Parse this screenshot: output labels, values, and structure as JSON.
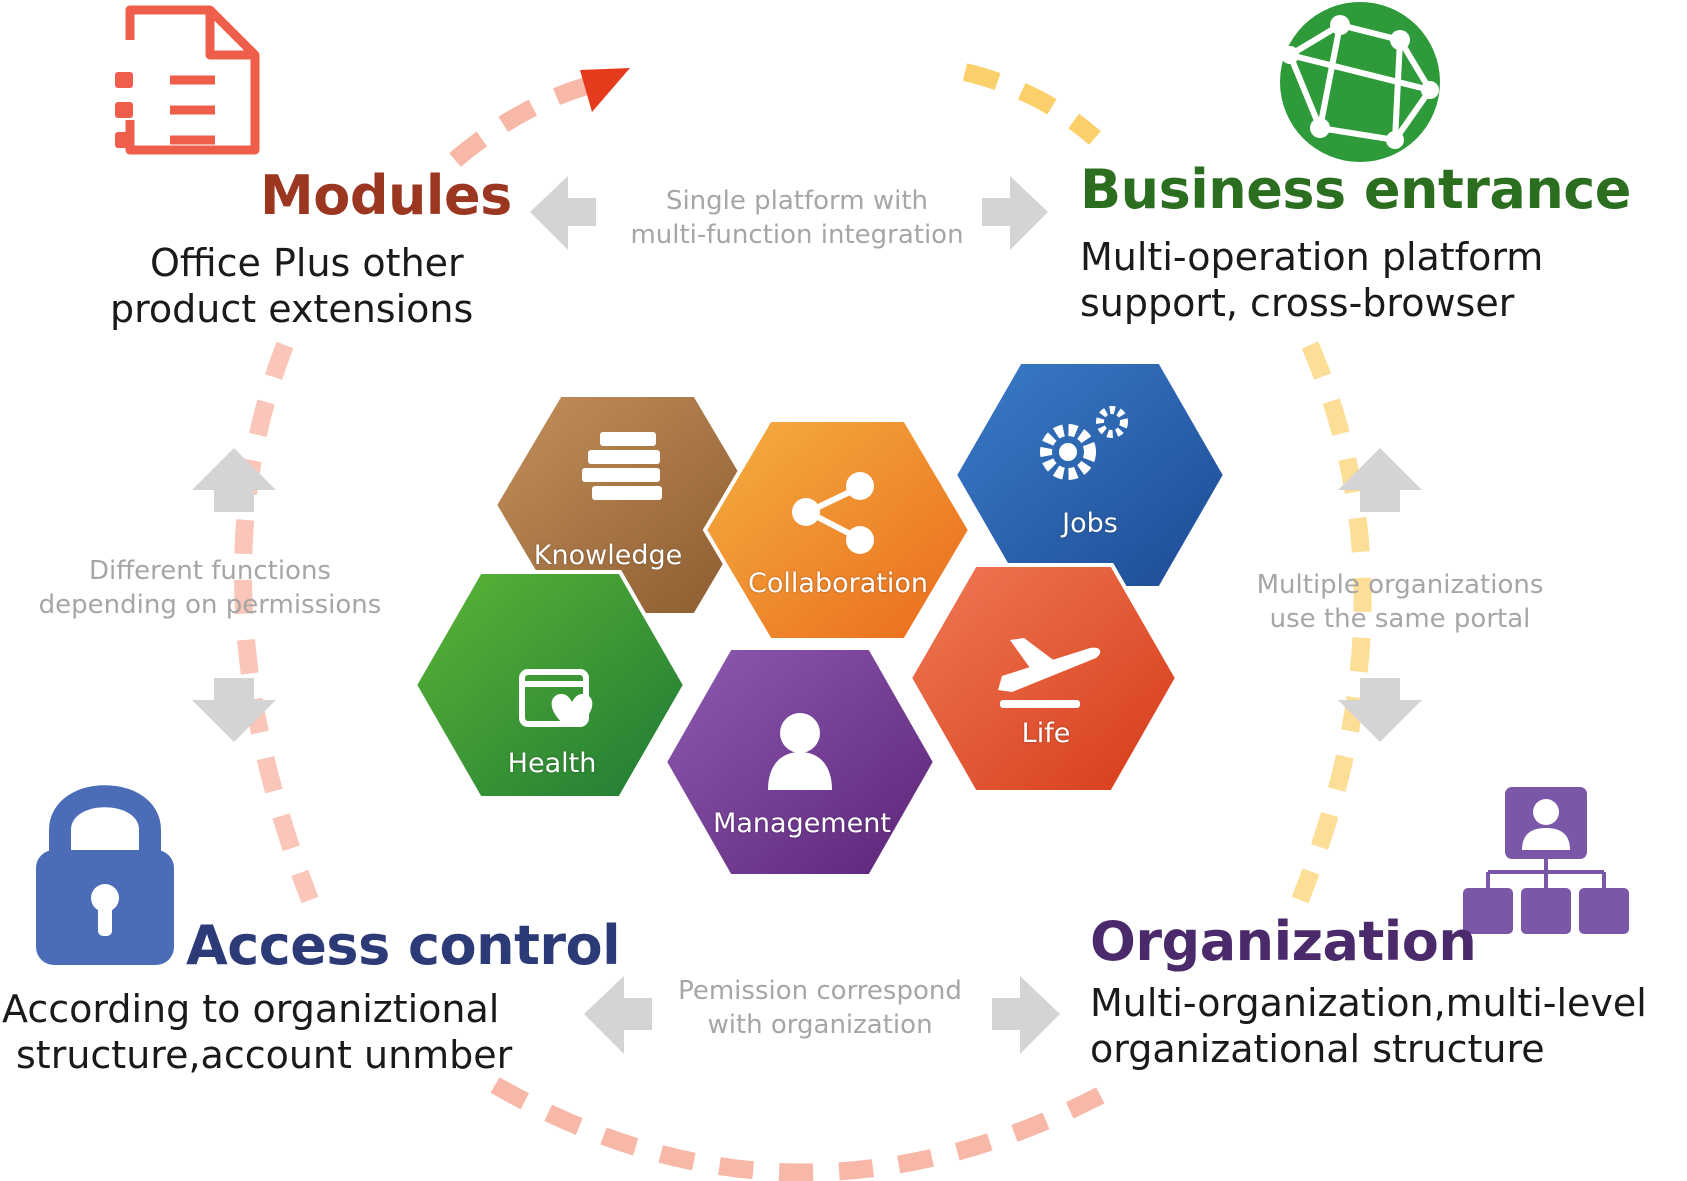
{
  "modules": {
    "title": "Modules",
    "lines": [
      "Office Plus other",
      "product extensions"
    ],
    "color": "#9b3620",
    "icon": "document-list-icon",
    "icon_color": "#ef5d4b"
  },
  "business_entrance": {
    "title": "Business entrance",
    "lines": [
      "Multi-operation platform",
      "support, cross-browser"
    ],
    "color": "#2b6e1f",
    "icon": "globe-network-icon",
    "icon_color": "#2e9a3a"
  },
  "access_control": {
    "title": "Access control",
    "lines": [
      "According to organiztional",
      "structure,account unmber"
    ],
    "color": "#2d3a78",
    "icon": "padlock-icon",
    "icon_color": "#4b6cb7"
  },
  "organization": {
    "title": "Organization",
    "lines": [
      "Multi-organization,multi-level",
      "organizational structure"
    ],
    "color": "#4a2a6b",
    "icon": "org-chart-icon",
    "icon_color": "#7b57a8"
  },
  "connectors": {
    "top": [
      "Single platform with",
      "multi-function integration"
    ],
    "left": [
      "Different functions",
      "depending on permissions"
    ],
    "right": [
      "Multiple organizations",
      "use the same portal"
    ],
    "bottom": [
      "Pemission correspond",
      "with organization"
    ]
  },
  "hexagons": [
    {
      "label": "Knowledge",
      "icon": "books-icon",
      "colors": [
        "#c4905c",
        "#8a5a2e"
      ]
    },
    {
      "label": "Collaboration",
      "icon": "share-icon",
      "colors": [
        "#f5b042",
        "#ea6a1c"
      ]
    },
    {
      "label": "Jobs",
      "icon": "gears-icon",
      "colors": [
        "#3a7cc8",
        "#1d4a94"
      ]
    },
    {
      "label": "Health",
      "icon": "heart-card-icon",
      "colors": [
        "#5bb535",
        "#1f7a35"
      ]
    },
    {
      "label": "Management",
      "icon": "user-icon",
      "colors": [
        "#8e5bb0",
        "#5c2478"
      ]
    },
    {
      "label": "Life",
      "icon": "airplane-icon",
      "colors": [
        "#f07a55",
        "#d63a18"
      ]
    }
  ],
  "palette": {
    "dash_red": "#f7b8a8",
    "dash_yellow": "#fbd06a",
    "arrow_red": "#e63a1c",
    "arrow_gray": "#d4d4d4"
  }
}
